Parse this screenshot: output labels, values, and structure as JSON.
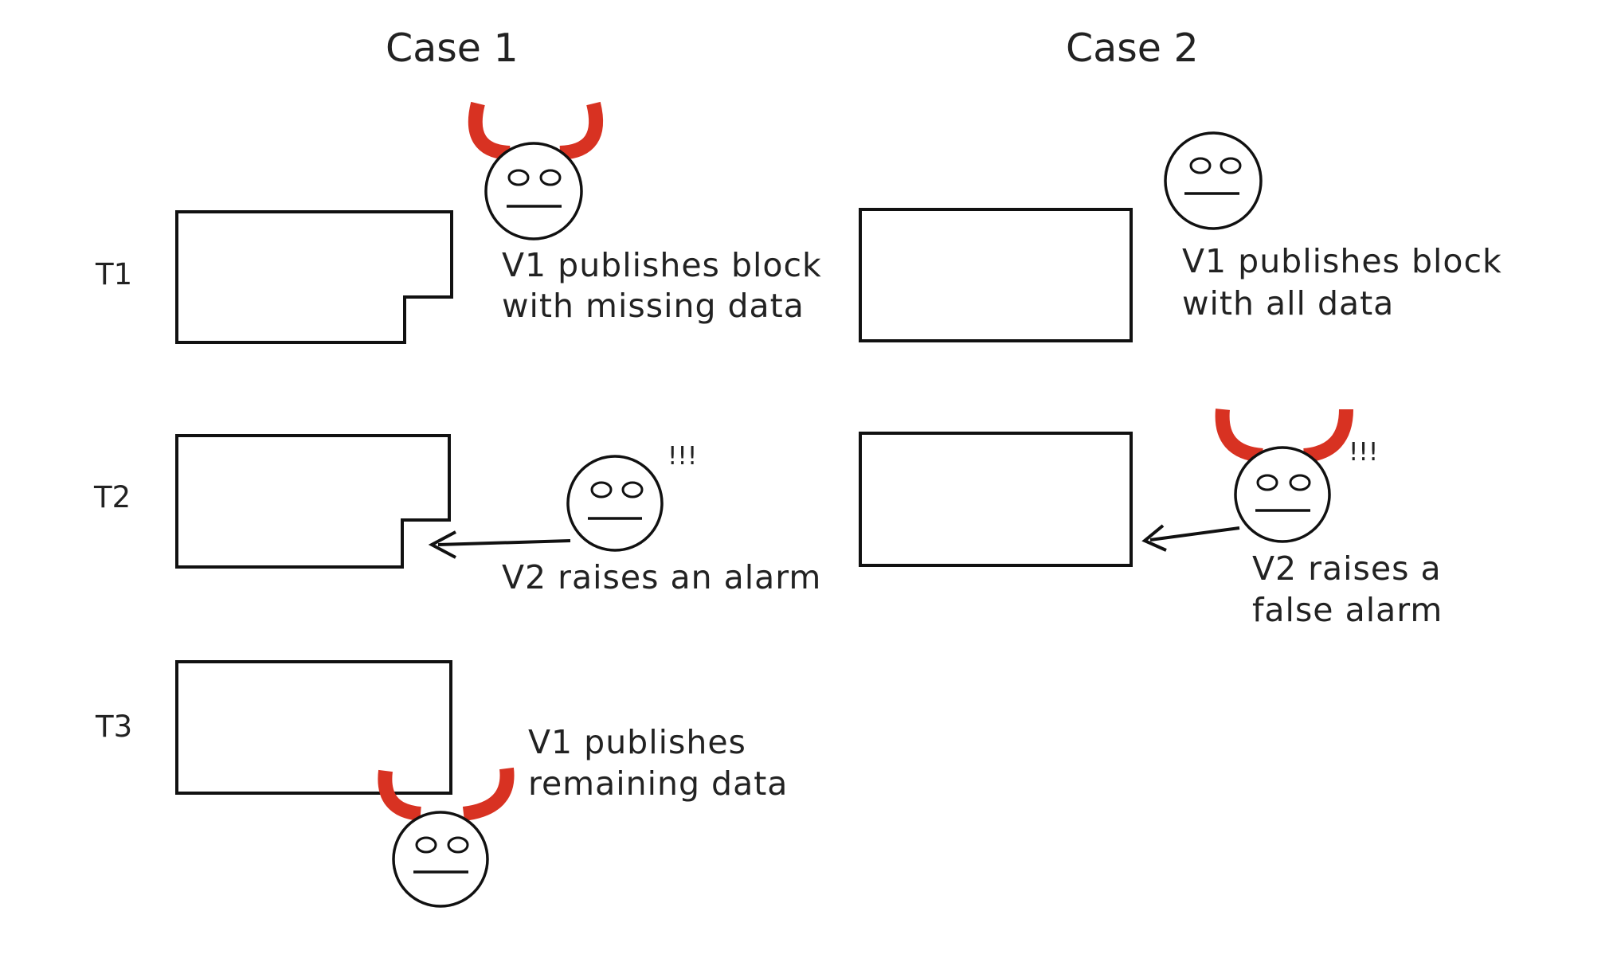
{
  "cases": [
    {
      "title": "Case 1"
    },
    {
      "title": "Case 2"
    }
  ],
  "rows": [
    "T1",
    "T2",
    "T3"
  ],
  "case1": {
    "t1_caption": [
      "V1 publishes block",
      "with missing data"
    ],
    "t2_caption": "V2 raises an alarm",
    "t2_exclaim": "!!!",
    "t3_caption": [
      "V1 publishes",
      "remaining data"
    ]
  },
  "case2": {
    "t1_caption": [
      "V1 publishes block",
      "with all data"
    ],
    "t2_caption": [
      "V2 raises a",
      "false alarm"
    ],
    "t2_exclaim": "!!!"
  },
  "colors": {
    "horn": "#d83222",
    "line": "#111111",
    "text": "#222222"
  },
  "icons": [
    "face-icon",
    "devil-horns-icon",
    "arrow-left-icon"
  ]
}
